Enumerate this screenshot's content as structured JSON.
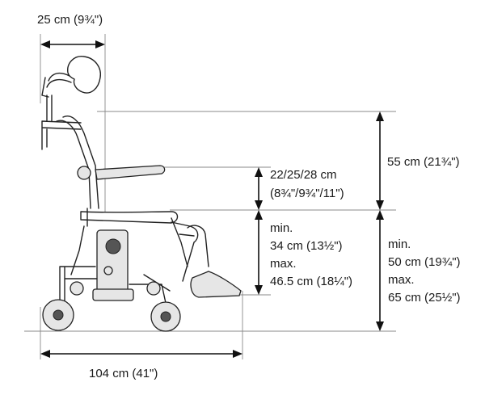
{
  "dimensions": {
    "headrest_offset": "25 cm (9¾\")",
    "total_length": "104 cm (41\")",
    "backrest_height": "55 cm (21¾\")",
    "armrest_height": {
      "line1": "22/25/28 cm",
      "line2": "(8¾\"/9¾\"/11\")"
    },
    "seat_height": {
      "min_label": "min.",
      "min_value": "34 cm (13½\")",
      "max_label": "max.",
      "max_value": "46.5 cm (18¼\")"
    },
    "overall_height": {
      "min_label": "min.",
      "min_value": "50 cm (19¾\")",
      "max_label": "max.",
      "max_value": "65 cm (25½\")"
    }
  }
}
